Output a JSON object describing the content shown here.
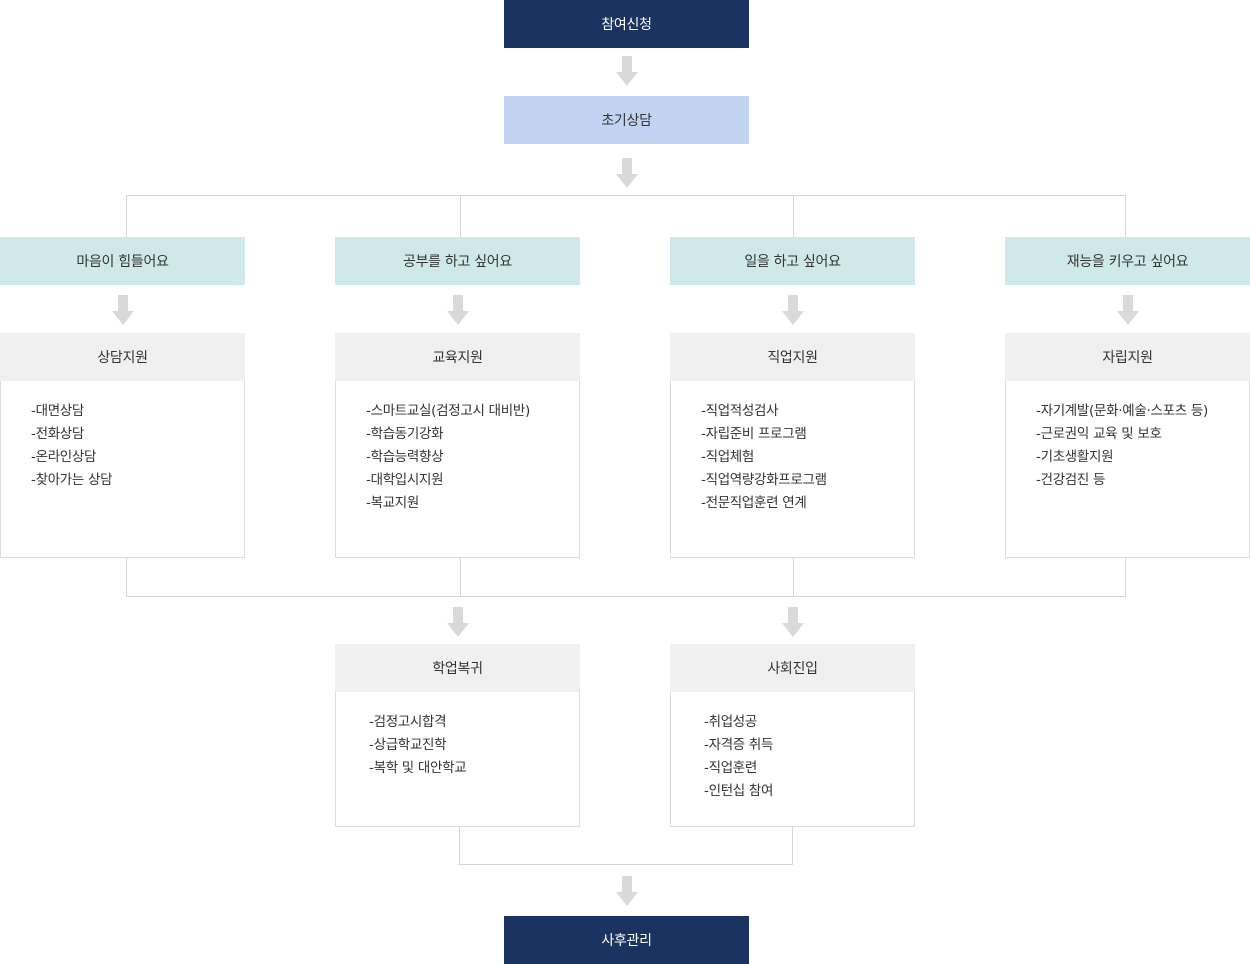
{
  "start": "참여신청",
  "initial": "초기상담",
  "needs": [
    "마음이 힘들어요",
    "공부를 하고 싶어요",
    "일을 하고 싶어요",
    "재능을 키우고 싶어요"
  ],
  "supports": [
    {
      "title": "상담지원",
      "items": [
        "-대면상담",
        "-전화상담",
        "-온라인상담",
        "-찾아가는 상담"
      ]
    },
    {
      "title": "교육지원",
      "items": [
        "-스마트교실(검정고시 대비반)",
        "-학습동기강화",
        "-학습능력향상",
        "-대학입시지원",
        "-복교지원"
      ]
    },
    {
      "title": "직업지원",
      "items": [
        "-직업적성검사",
        "-자립준비 프로그램",
        "-직업체험",
        "-직업역량강화프로그램",
        "-전문직업훈련 연계"
      ]
    },
    {
      "title": "자립지원",
      "items": [
        "-자기계발(문화·예술·스포츠 등)",
        "-근로권익 교육 및 보호",
        "-기초생활지원",
        "-건강검진 등"
      ]
    }
  ],
  "outcomes": [
    {
      "title": "학업복귀",
      "items": [
        "-검정고시합격",
        "-상급학교진학",
        "-복학 및 대안학교"
      ]
    },
    {
      "title": "사회진입",
      "items": [
        "-취업성공",
        "-자격증 취득",
        "-직업훈련",
        "-인턴십 참여"
      ]
    }
  ],
  "end": "사후관리",
  "colors": {
    "navy": "#1b3360",
    "light_blue": "#c2d4f1",
    "teal": "#cfe9ea",
    "gray_header": "#f0f0f0",
    "arrow": "#d9d9d9",
    "line": "#d6d6d6"
  }
}
